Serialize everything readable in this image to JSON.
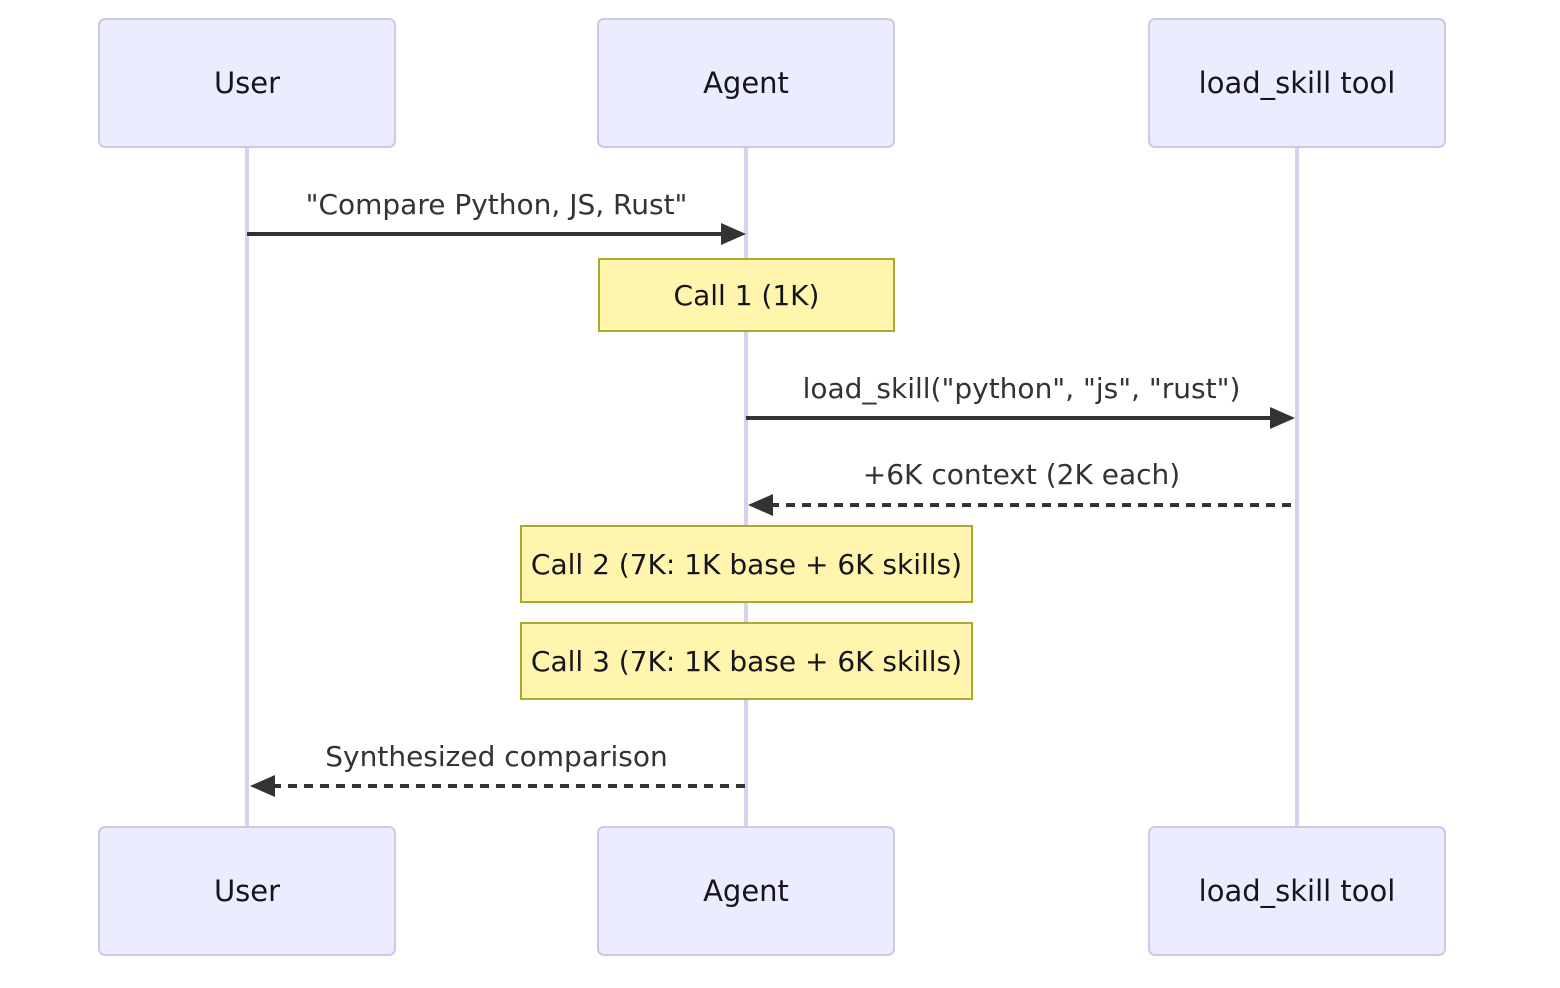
{
  "diagram": {
    "type": "sequence-diagram",
    "actors": [
      {
        "id": "user",
        "label": "User"
      },
      {
        "id": "agent",
        "label": "Agent"
      },
      {
        "id": "load-skill-tool",
        "label": "load_skill tool"
      }
    ],
    "messages": [
      {
        "from": "User",
        "to": "Agent",
        "style": "solid",
        "label": "\"Compare Python, JS, Rust\""
      },
      {
        "from": "Agent",
        "to": "load_skill tool",
        "style": "solid",
        "label": "load_skill(\"python\", \"js\", \"rust\")"
      },
      {
        "from": "load_skill tool",
        "to": "Agent",
        "style": "dashed",
        "label": "+6K context (2K each)"
      },
      {
        "from": "Agent",
        "to": "User",
        "style": "dashed",
        "label": "Synthesized comparison"
      }
    ],
    "notes": [
      {
        "over": "Agent",
        "label": "Call 1 (1K)"
      },
      {
        "over": "Agent",
        "label": "Call 2 (7K: 1K base + 6K skills)"
      },
      {
        "over": "Agent",
        "label": "Call 3 (7K: 1K base + 6K skills)"
      }
    ],
    "colors": {
      "actor_fill": "#ECECFF",
      "actor_border": "#CFC7E8",
      "lifeline": "#D9D0EE",
      "note_fill": "#FFF5AD",
      "note_border": "#AAAA33",
      "message_line": "#333333",
      "message_text": "#333333"
    }
  }
}
